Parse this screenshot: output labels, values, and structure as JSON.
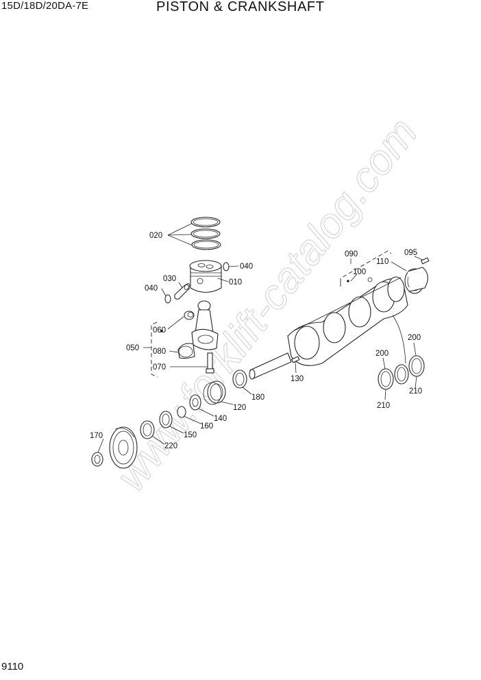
{
  "header": {
    "model": "15D/18D/20DA-7E",
    "title": "PISTON & CRANKSHAFT"
  },
  "page_number": "9110",
  "watermark": "www.forklift-catalog.com",
  "part_labels": {
    "p010": "010",
    "p020": "020",
    "p030": "030",
    "p040a": "040",
    "p040b": "040",
    "p050": "050",
    "p060": "060",
    "p070": "070",
    "p080": "080",
    "p090": "090",
    "p095": "095",
    "p100": "100",
    "p110": "110",
    "p120": "120",
    "p130": "130",
    "p140": "140",
    "p150": "150",
    "p160": "160",
    "p170": "170",
    "p180": "180",
    "p200a": "200",
    "p200b": "200",
    "p210a": "210",
    "p210b": "210",
    "p220": "220"
  }
}
